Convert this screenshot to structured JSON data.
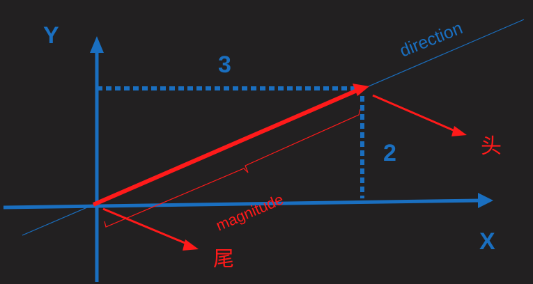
{
  "labels": {
    "y_axis": "Y",
    "x_axis": "X",
    "horizontal_component": "3",
    "vertical_component": "2",
    "direction": "direction",
    "magnitude": "magnitude",
    "head": "头",
    "tail": "尾"
  },
  "colors": {
    "background": "#222021",
    "axis": "#1a6fc0",
    "vector": "#ff1a1a",
    "dotted": "#1a6fc0",
    "direction_line": "#1a6fc0"
  }
}
